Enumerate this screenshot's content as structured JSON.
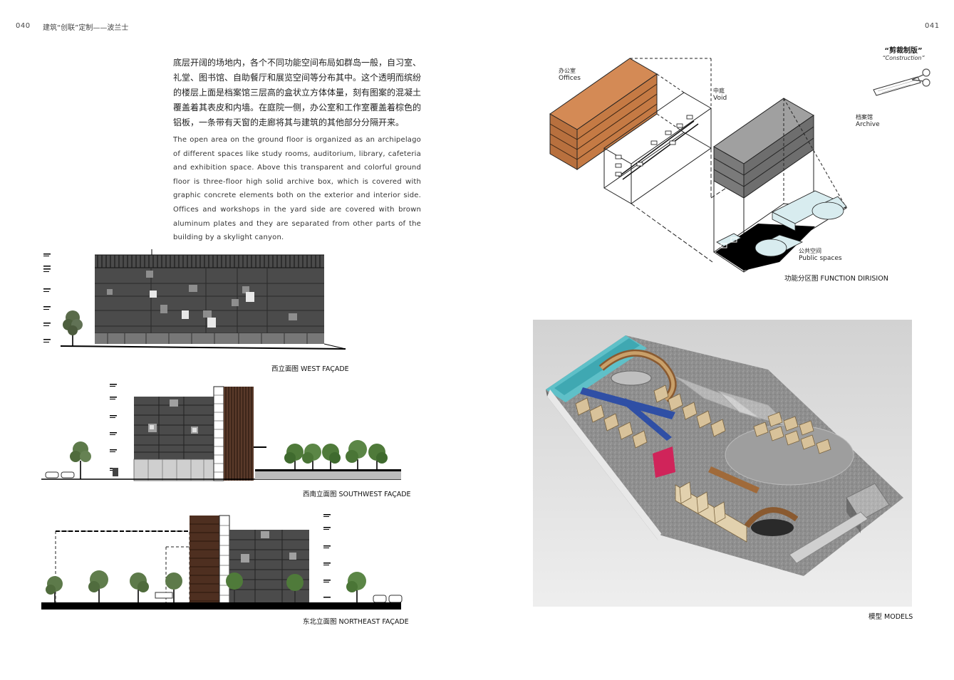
{
  "header": {
    "left_page_number": "040",
    "left_title": "建筑“创联”定制——波兰士",
    "right_page_number": "041"
  },
  "text": {
    "chinese": "底层开阔的场地内，各个不同功能空间布局如群岛一般，自习室、礼堂、图书馆、自助餐厅和展览空间等分布其中。这个透明而缤纷的楼层上面是档案馆三层高的盒状立方体体量，刻有图案的混凝土覆盖着其表皮和内墙。在庭院一侧，办公室和工作室覆盖着棕色的铝板，一条带有天窗的走廊将其与建筑的其他部分分隔开来。",
    "english": "The open area on the ground floor is organized as an archipelago of different spaces like study rooms, auditorium, library, cafeteria and exhibition space. Above this transparent and colorful ground floor is three-floor high solid archive box, which is covered with graphic concrete elements both on the exterior and interior side. Offices and workshops in the yard side are covered with brown aluminum plates and they are separated from other parts of the building by a skylight canyon."
  },
  "captions": {
    "west": "西立面图  WEST FAÇADE",
    "southwest": "西南立面图  SOUTHWEST FAÇADE",
    "northeast": "东北立面图  NORTHEAST FAÇADE",
    "function": "功能分区图  FUNCTION DIRISION",
    "models": "模型  MODELS"
  },
  "diagram_labels": {
    "offices_cn": "办公室",
    "offices_en": "Offices",
    "void_cn": "中庭",
    "void_en": "Void",
    "archive_cn": "档案馆",
    "archive_en": "Archive",
    "public_cn": "公共空间",
    "public_en": "Public spaces"
  },
  "stamp": {
    "title": "“剪裁制版”",
    "subtitle": "“Construction”"
  },
  "colors": {
    "facade_grey": "#4b4b4b",
    "office_brown": "#b8703e",
    "archive_grey": "#808080",
    "tree_green": "#4f7a3a",
    "model_blue": "#2f4fa5",
    "model_cyan": "#5fc0c8",
    "model_magenta": "#d0245a"
  }
}
